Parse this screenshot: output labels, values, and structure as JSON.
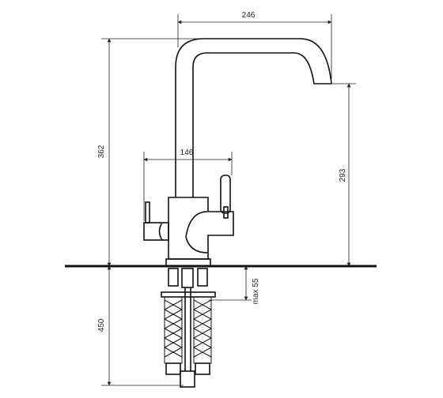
{
  "drawing": {
    "dimensions": {
      "spout_reach": "246",
      "total_height": "362",
      "handle_span": "146",
      "spout_height": "293",
      "max_thickness": "max 55",
      "hose_length": "450"
    },
    "colors": {
      "line": "#111111",
      "background": "#ffffff"
    }
  }
}
